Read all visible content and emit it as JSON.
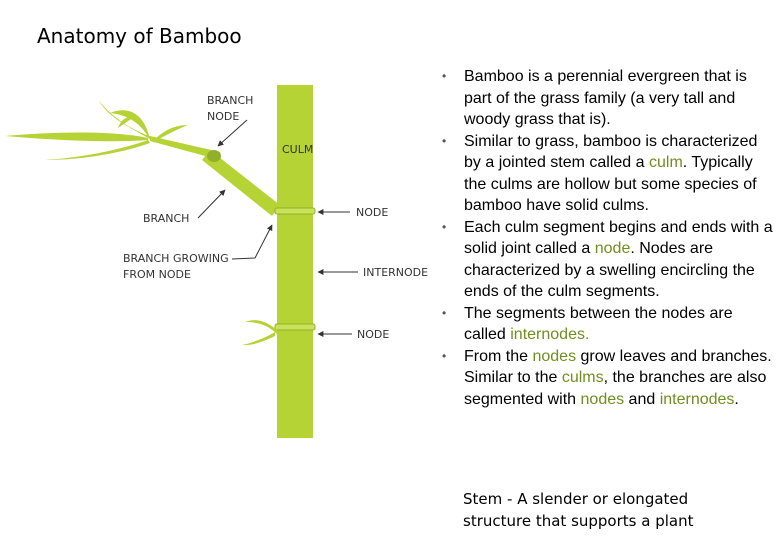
{
  "title": "Anatomy of Bamboo",
  "diagram": {
    "labels": {
      "branch_node": [
        "BRANCH",
        "NODE"
      ],
      "culm": "CULM",
      "branch": "BRANCH",
      "node_upper": "NODE",
      "branch_growing": [
        "BRANCH GROWING",
        "FROM NODE"
      ],
      "internode": "INTERNODE",
      "node_lower": "NODE"
    },
    "colors": {
      "bamboo": "#b5d334",
      "bamboo_dark": "#93b02a",
      "arrow": "#333333"
    }
  },
  "bullets": [
    {
      "parts": [
        "Bamboo is a perennial evergreen that is part of the grass family (a very tall and woody grass that is)."
      ]
    },
    {
      "parts": [
        "Similar to grass, bamboo is characterized by a jointed stem called a ",
        "culm",
        ". Typically the culms are hollow but some species of bamboo have solid culms."
      ]
    },
    {
      "parts": [
        "Each culm segment begins and ends with a solid joint called a ",
        "node",
        ". Nodes are characterized by a swelling encircling the ends of the culm segments."
      ]
    },
    {
      "parts": [
        "The segments between the nodes are called ",
        "internodes."
      ]
    },
    {
      "parts": [
        "From the ",
        "nodes",
        " grow leaves and branches. Similar to the ",
        "culms",
        ", the branches are also segmented with ",
        "nodes",
        " and ",
        "internodes",
        "."
      ]
    }
  ],
  "footnote": "Stem - A slender or elongated structure that supports a plant"
}
